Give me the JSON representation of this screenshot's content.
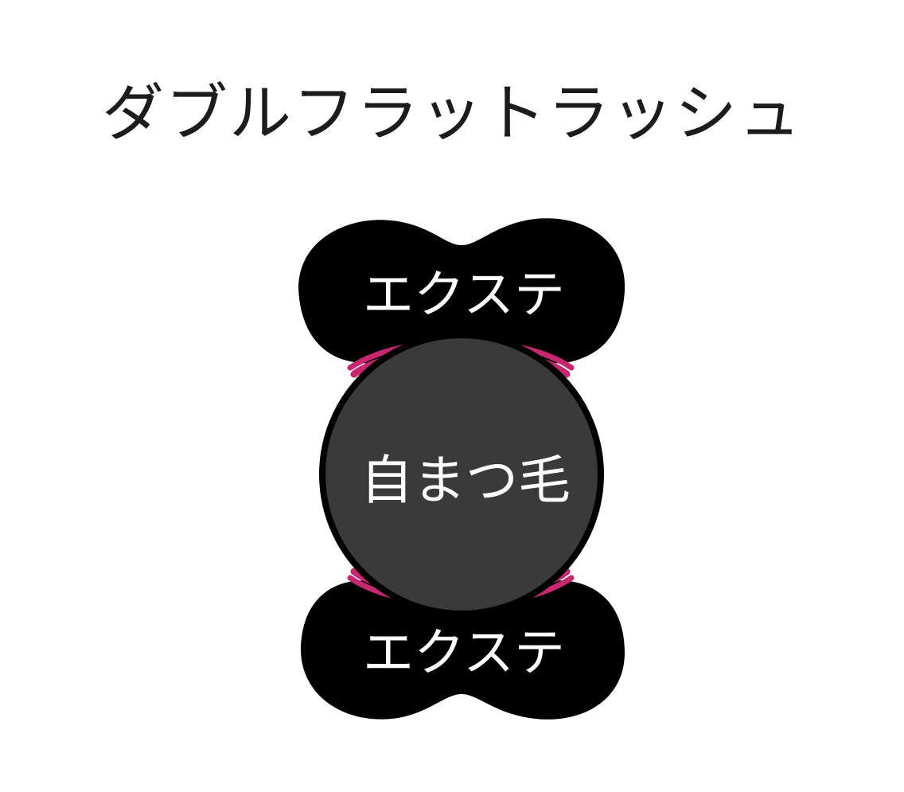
{
  "title": "ダブルフラットラッシュ",
  "diagram": {
    "top_label": "エクステ",
    "center_label": "自まつ毛",
    "bottom_label": "エクステ"
  },
  "colors": {
    "extension_fill": "#000000",
    "natural_fill": "#3a3a3a",
    "glue_line": "#c8266f",
    "label_text": "#ffffff",
    "title_text": "#1c1c1c"
  }
}
